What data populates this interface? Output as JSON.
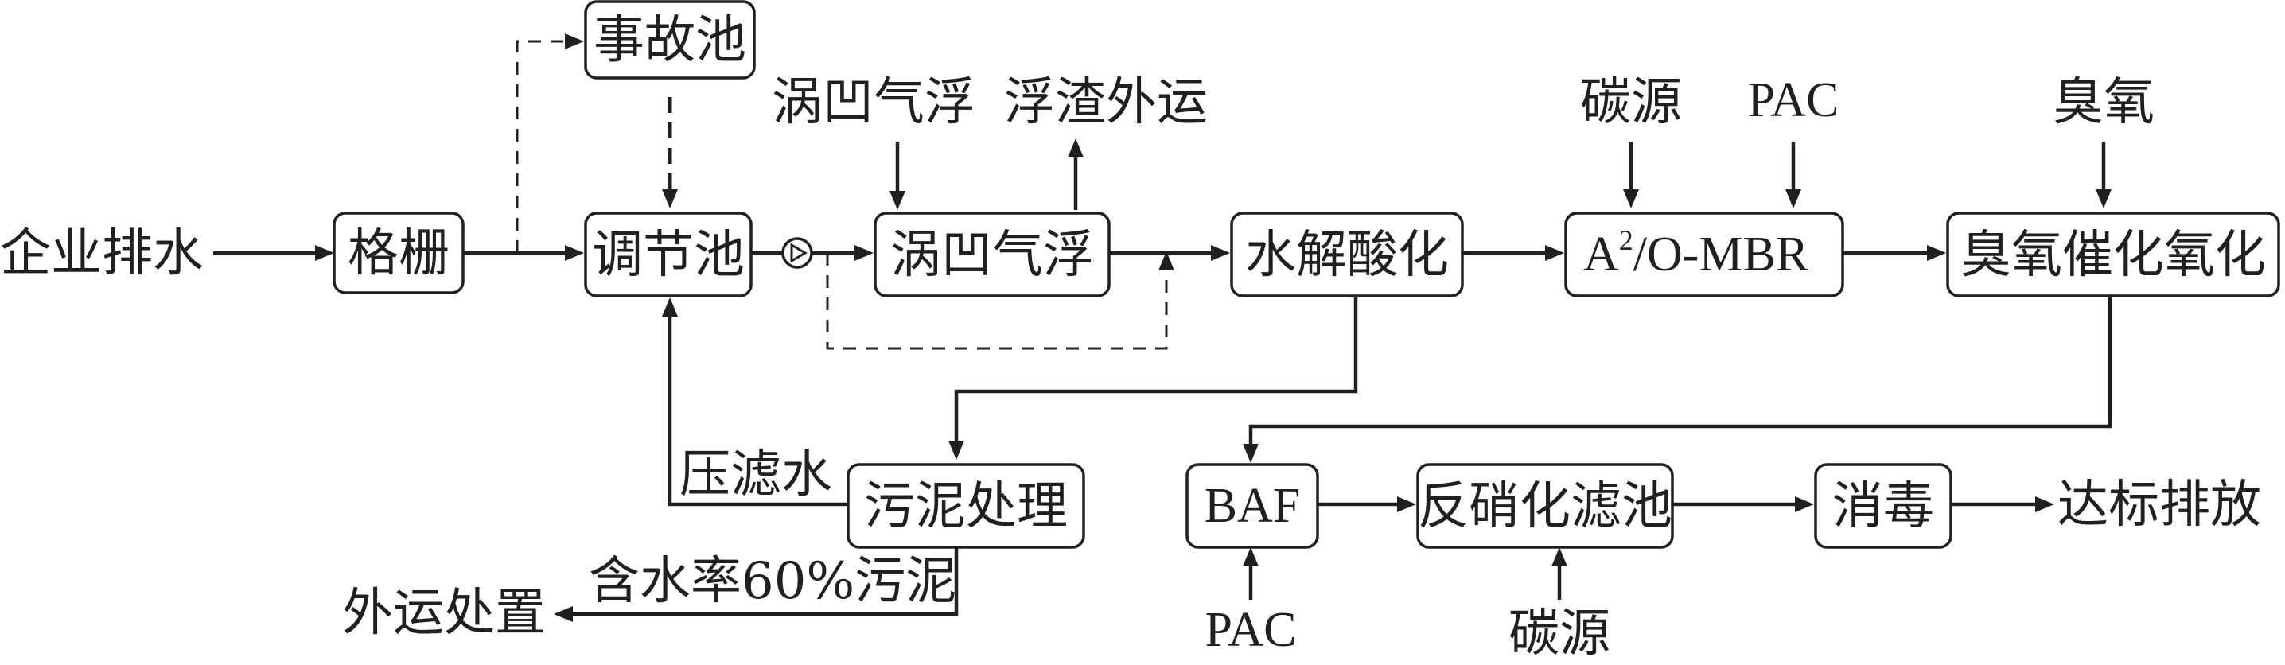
{
  "nodes": {
    "accident_pool": "事故池",
    "grille": "格栅",
    "equalization_tank": "调节池",
    "vortex_flotation": "涡凹气浮",
    "hydrolysis_acidification": "水解酸化",
    "a2o_mbr_prefix": "A",
    "a2o_mbr_sup": "2",
    "a2o_mbr_suffix": "/O-MBR",
    "ozone_catalytic_oxidation": "臭氧催化氧化",
    "sludge_treatment": "污泥处理",
    "baf": "BAF",
    "denitrification_filter": "反硝化滤池",
    "disinfection": "消毒"
  },
  "labels": {
    "enterprise_discharge": "企业排水",
    "vortex_flotation_input": "涡凹气浮",
    "scum_outbound": "浮渣外运",
    "carbon_source_top": "碳源",
    "pac_top": "PAC",
    "ozone": "臭氧",
    "press_filtrate": "压滤水",
    "sludge_60": "含水率60%污泥",
    "outbound_disposal": "外运处置",
    "pac_bottom": "PAC",
    "carbon_source_bottom": "碳源",
    "discharge_standard": "达标排放"
  }
}
